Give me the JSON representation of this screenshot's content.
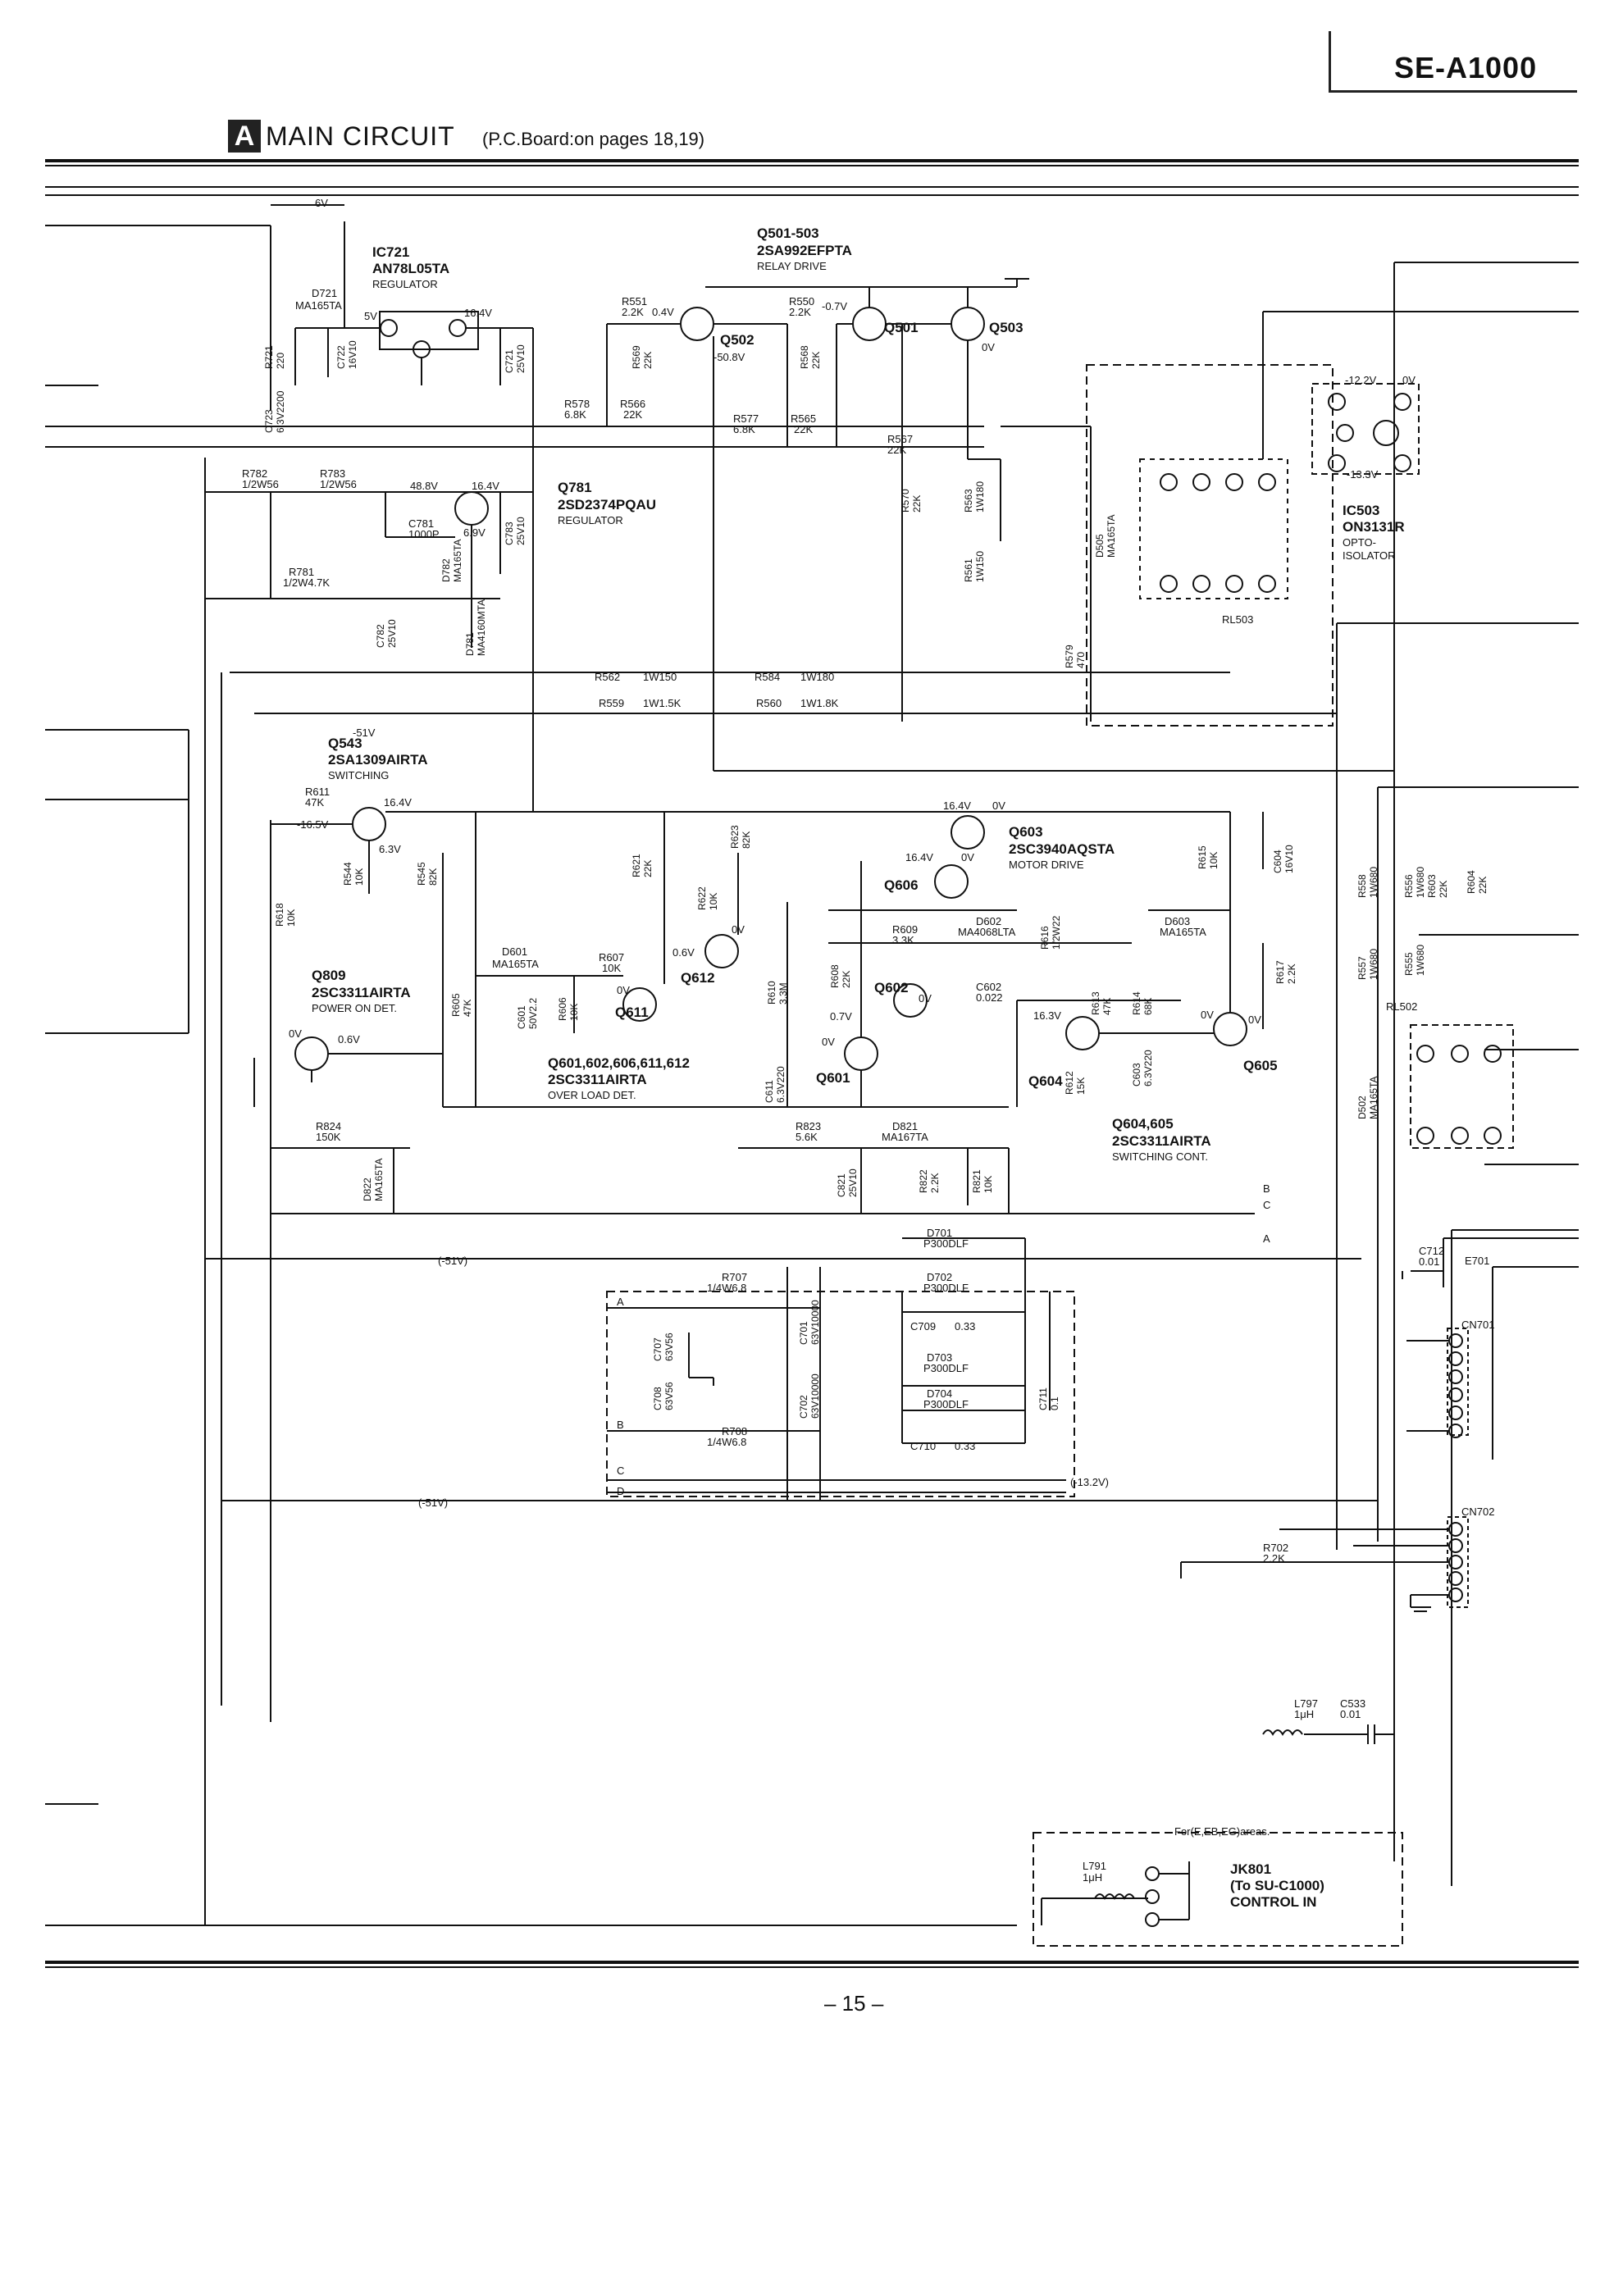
{
  "header": {
    "model": "SE-A1000"
  },
  "section": {
    "badge": "A",
    "title": "MAIN CIRCUIT",
    "ref": "(P.C.Board:on pages 18,19)"
  },
  "page_number": "– 15 –",
  "blocks": {
    "ic721": {
      "ref": "IC721",
      "part": "AN78L05TA",
      "func": "REGULATOR"
    },
    "q501": {
      "ref": "Q501-503",
      "part": "2SA992EFPTA",
      "func": "RELAY DRIVE"
    },
    "q781": {
      "ref": "Q781",
      "part": "2SD2374PQAU",
      "func": "REGULATOR"
    },
    "ic503": {
      "ref": "IC503",
      "part": "ON3131R",
      "func": "OPTO-",
      "func2": "ISOLATOR"
    },
    "q543": {
      "ref": "Q543",
      "part": "2SA1309AIRTA",
      "func": "SWITCHING"
    },
    "q603": {
      "ref": "Q603",
      "part": "2SC3940AQSTA",
      "func": "MOTOR DRIVE"
    },
    "q809": {
      "ref": "Q809",
      "part": "2SC3311AIRTA",
      "func": "POWER ON DET."
    },
    "q601": {
      "ref": "Q601,602,606,611,612",
      "part": "2SC3311AIRTA",
      "func": "OVER LOAD DET."
    },
    "q604": {
      "ref": "Q604,605",
      "part": "2SC3311AIRTA",
      "func": "SWITCHING CONT."
    },
    "jk801": {
      "area": "For(E,EB,EG)areas.",
      "ref": "JK801",
      "to": "(To SU-C1000)",
      "func": "CONTROL IN"
    }
  },
  "labels": {
    "l721": "D721",
    "l721b": "MA165TA",
    "r721": "R721",
    "r721v": "220",
    "c723": "C723",
    "c723v": "6.3V2200",
    "c722": "C722",
    "c722v": "16V10",
    "c721": "C721",
    "c721v": "25V10",
    "r551": "R551",
    "r551v": "2.2K",
    "r569": "R569",
    "r569v": "22K",
    "q502": "Q502",
    "r550": "R550",
    "r550v": "2.2K",
    "r568": "R568",
    "r568v": "22K",
    "q501l": "Q501",
    "q503l": "Q503",
    "r578": "R578",
    "r578v": "6.8K",
    "r566": "R566",
    "r566v": "22K",
    "r577": "R577",
    "r577v": "6.8K",
    "r565": "R565",
    "r565v": "22K",
    "r567": "R567",
    "r567v": "22K",
    "r570": "R570",
    "r570v": "22K",
    "r563": "R563",
    "r563v": "1W180",
    "r561": "R561",
    "r561v": "1W150",
    "d505": "D505",
    "d505v": "MA165TA",
    "rl503": "RL503",
    "r579": "R579",
    "r579v": "470",
    "r782": "R782",
    "r782v": "1/2W56",
    "r783": "R783",
    "r783v": "1/2W56",
    "c781": "C781",
    "c781v": "1000P",
    "c783": "C783",
    "c783v": "25V10",
    "d782": "D782",
    "d782v": "MA165TA",
    "r781": "R781",
    "r781v": "1/2W4.7K",
    "c782": "C782",
    "c782v": "25V10",
    "d781": "D781",
    "d781v": "MA4160MTA",
    "r562": "R562",
    "r562v": "1W150",
    "r584": "R584",
    "r584v": "1W180",
    "r559": "R559",
    "r559v": "1W1.5K",
    "r560": "R560",
    "r560v": "1W1.8K",
    "r611": "R611",
    "r611v": "47K",
    "r544": "R544",
    "r544v": "10K",
    "r545": "R545",
    "r545v": "82K",
    "r618": "R618",
    "r618v": "10K",
    "r621": "R621",
    "r621v": "22K",
    "r623": "R623",
    "r623v": "82K",
    "r622": "R622",
    "r622v": "10K",
    "d601": "D601",
    "d601v": "MA165TA",
    "r607": "R607",
    "r607v": "10K",
    "r605": "R605",
    "r605v": "47K",
    "c601": "C601",
    "c601v": "50V2.2",
    "r606": "R606",
    "r606v": "10K",
    "q611l": "Q611",
    "q612l": "Q612",
    "q606l": "Q606",
    "r609": "R609",
    "r609v": "3.3K",
    "d602": "D602",
    "d602v": "MA4068LTA",
    "r616": "R616",
    "r616v": "1/2W22",
    "d603": "D603",
    "d603v": "MA165TA",
    "r615": "R615",
    "r615v": "10K",
    "c604": "C604",
    "c604v": "16V10",
    "r610": "R610",
    "r610v": "3.3M",
    "r608": "R608",
    "r608v": "22K",
    "q602l": "Q602",
    "c602": "C602",
    "c602v": "0.022",
    "r613": "R613",
    "r613v": "47K",
    "r614": "R614",
    "r614v": "68K",
    "r617": "R617",
    "r617v": "2.2K",
    "c611": "C611",
    "c611v": "6.3V220",
    "q601l": "Q601",
    "r612": "R612",
    "r612v": "15K",
    "c603": "C603",
    "c603v": "6.3V220",
    "q604l": "Q604",
    "q605l": "Q605",
    "r558": "R558",
    "r558v": "1W680",
    "r556": "R556",
    "r556v": "1W680",
    "r555": "R555",
    "r555v": "1W680",
    "r557": "R557",
    "r557v": "1W680",
    "r603": "R603",
    "r603v": "22K",
    "r604": "R604",
    "r604v": "22K",
    "rl502": "RL502",
    "d502": "D502",
    "d502v": "MA165TA",
    "r824": "R824",
    "r824v": "150K",
    "d822": "D822",
    "d822v": "MA165TA",
    "r823": "R823",
    "r823v": "5.6K",
    "d821": "D821",
    "d821v": "MA167TA",
    "c821": "C821",
    "c821v": "25V10",
    "r822": "R822",
    "r822v": "2.2K",
    "r821": "R821",
    "r821v": "10K",
    "d701": "D701",
    "d701v": "P300DLF",
    "d702": "D702",
    "d702v": "P300DLF",
    "r707": "R707",
    "r707v": "1/4W6.8",
    "c707": "C707",
    "c707v": "63V56",
    "c701": "C701",
    "c701v": "63V10000",
    "c709": "C709",
    "c709v": "0.33",
    "d703": "D703",
    "d703v": "P300DLF",
    "d704": "D704",
    "d704v": "P300DLF",
    "c708": "C708",
    "c708v": "63V56",
    "c702": "C702",
    "c702v": "63V10000",
    "c711": "C711",
    "c711v": "0.1",
    "r708": "R708",
    "r708v": "1/4W6.8",
    "c710": "C710",
    "c710v": "0.33",
    "c712": "C712",
    "c712v": "0.01",
    "e701": "E701",
    "cn701": "CN701",
    "cn702": "CN702",
    "r702": "R702",
    "r702v": "2.2K",
    "l797": "L797",
    "l797v": "1μH",
    "c533": "C533",
    "c533v": "0.01",
    "l791": "L791",
    "l791v": "1μH",
    "v6": "6V",
    "v51": "-51V",
    "v51b": "(-51V)",
    "v132": "(-13.2V)",
    "v122": "-12.2V",
    "v0": "0V",
    "v133": "-13.3V",
    "v164": "16.4V",
    "v5": "5V",
    "v488": "48.8V",
    "v69": "6.9V",
    "v04": "0.4V",
    "v508": "-50.8V",
    "v07": "-0.7V",
    "v63": "6.3V",
    "v165": "-16.5V",
    "v06": "0.6V",
    "v163": "16.3V",
    "v07b": "0.7V",
    "nA": "A",
    "nB": "B",
    "nC": "C",
    "nD": "D"
  },
  "colors": {
    "ink": "#111111",
    "paper": "#ffffff"
  }
}
